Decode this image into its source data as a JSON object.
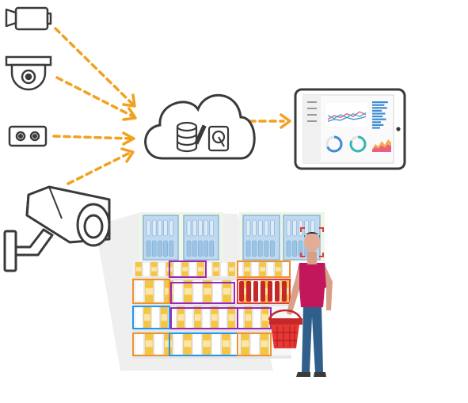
{
  "colors": {
    "outline": "#3a3a3a",
    "arrow": "#f2a11f",
    "background": "#ffffff",
    "shelf_glow": "#eef6e8",
    "person_shirt": "#c2185b",
    "person_pants": "#2f5f8a",
    "detect_orange": "#f0922b",
    "detect_purple": "#9c27b0",
    "detect_blue": "#2196f3",
    "detect_red": "#e53935",
    "chart_pink": "#e84c8b",
    "chart_teal": "#35b6b4",
    "chart_blue": "#3d8bd4",
    "chart_orange": "#f39c34"
  },
  "cameras": [
    {
      "name": "box-camera-icon"
    },
    {
      "name": "dome-camera-icon"
    },
    {
      "name": "sensor-camera-icon"
    },
    {
      "name": "bullet-camera-icon"
    }
  ],
  "cloud": {
    "icons": [
      "database-icon",
      "hard-drive-icon"
    ]
  },
  "tablet": {
    "donut_values": [
      0.68,
      0.82
    ],
    "bar_values": [
      0.9,
      0.7,
      0.85,
      0.55,
      0.75,
      0.6,
      0.8,
      0.5,
      0.65,
      0.45
    ],
    "line_series": [
      [
        0.3,
        0.5,
        0.4,
        0.6,
        0.45,
        0.7,
        0.55
      ],
      [
        0.5,
        0.35,
        0.55,
        0.4,
        0.6,
        0.45,
        0.65
      ],
      [
        0.2,
        0.3,
        0.25,
        0.4,
        0.3,
        0.35,
        0.45
      ]
    ],
    "area_values": [
      0.2,
      0.5,
      0.35,
      0.7,
      0.45,
      0.8,
      0.6
    ]
  }
}
